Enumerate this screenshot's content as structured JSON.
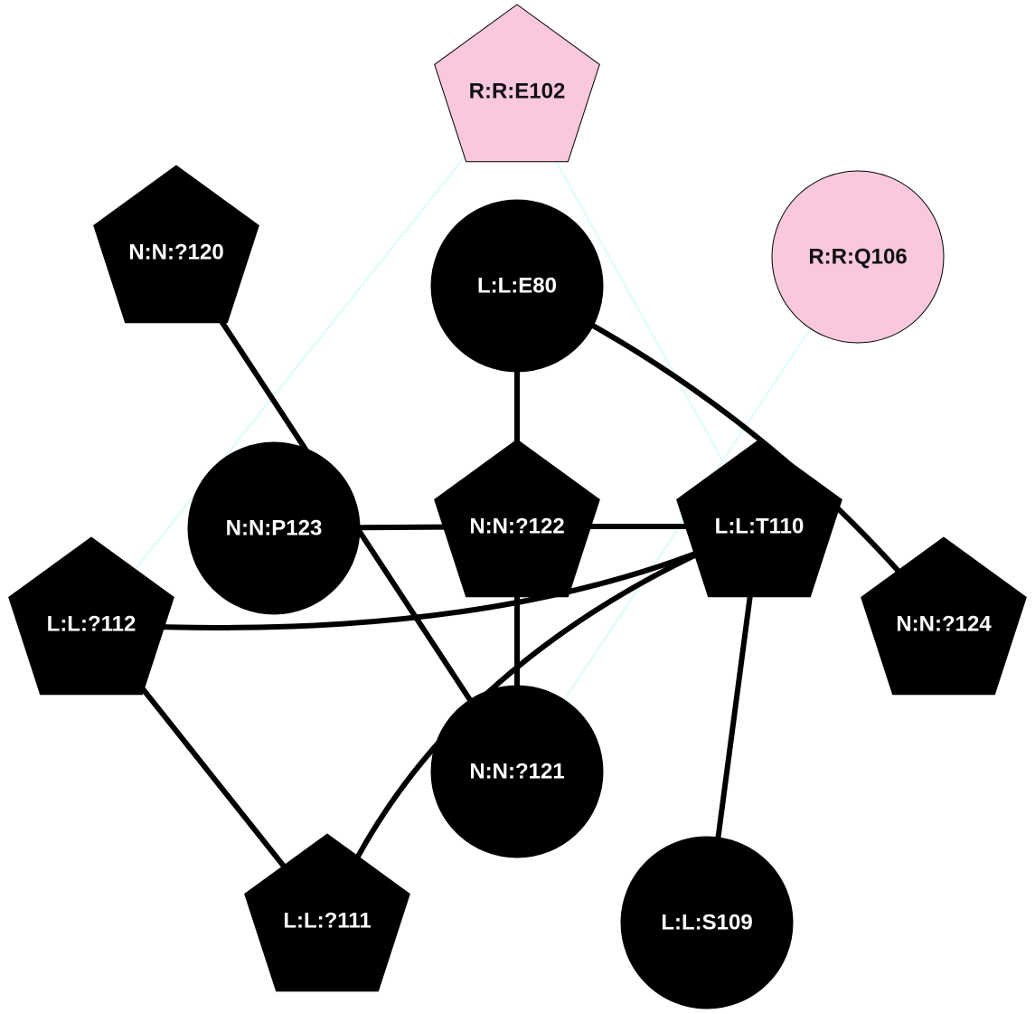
{
  "nodes": [
    {
      "id": "RE102",
      "label": "R:R:E102",
      "shape": "pentagon",
      "fill": "#f9c8dd",
      "text_color": "#111111"
    },
    {
      "id": "RQ106",
      "label": "R:R:Q106",
      "shape": "circle",
      "fill": "#f9c8dd",
      "text_color": "#111111"
    },
    {
      "id": "N120",
      "label": "N:N:?120",
      "shape": "pentagon",
      "fill": "#000000",
      "text_color": "#ffffff"
    },
    {
      "id": "LE80",
      "label": "L:L:E80",
      "shape": "circle",
      "fill": "#000000",
      "text_color": "#ffffff"
    },
    {
      "id": "NP123",
      "label": "N:N:P123",
      "shape": "circle",
      "fill": "#000000",
      "text_color": "#ffffff"
    },
    {
      "id": "N122",
      "label": "N:N:?122",
      "shape": "pentagon",
      "fill": "#000000",
      "text_color": "#ffffff"
    },
    {
      "id": "LT110",
      "label": "L:L:T110",
      "shape": "pentagon",
      "fill": "#000000",
      "text_color": "#ffffff"
    },
    {
      "id": "L112",
      "label": "L:L:?112",
      "shape": "pentagon",
      "fill": "#000000",
      "text_color": "#ffffff"
    },
    {
      "id": "N124",
      "label": "N:N:?124",
      "shape": "pentagon",
      "fill": "#000000",
      "text_color": "#ffffff"
    },
    {
      "id": "N121",
      "label": "N:N:?121",
      "shape": "circle",
      "fill": "#000000",
      "text_color": "#ffffff"
    },
    {
      "id": "L111",
      "label": "L:L:?111",
      "shape": "pentagon",
      "fill": "#000000",
      "text_color": "#ffffff"
    },
    {
      "id": "LS109",
      "label": "L:L:S109",
      "shape": "circle",
      "fill": "#000000",
      "text_color": "#ffffff"
    }
  ],
  "edges": [
    {
      "from": "LE80",
      "to": "N122",
      "kind": "strong",
      "color": "#000000"
    },
    {
      "from": "LE80",
      "to": "N124",
      "kind": "strong",
      "color": "#000000"
    },
    {
      "from": "N120",
      "to": "N121",
      "kind": "strong",
      "color": "#000000"
    },
    {
      "from": "NP123",
      "to": "N122",
      "kind": "strong",
      "color": "#000000"
    },
    {
      "from": "N122",
      "to": "LT110",
      "kind": "strong",
      "color": "#000000"
    },
    {
      "from": "N122",
      "to": "N121",
      "kind": "strong",
      "color": "#000000"
    },
    {
      "from": "L112",
      "to": "LT110",
      "kind": "strong",
      "color": "#000000"
    },
    {
      "from": "L112",
      "to": "L111",
      "kind": "strong",
      "color": "#000000"
    },
    {
      "from": "LT110",
      "to": "L111",
      "kind": "strong",
      "color": "#000000"
    },
    {
      "from": "LT110",
      "to": "LS109",
      "kind": "strong",
      "color": "#000000"
    },
    {
      "from": "RE102",
      "to": "L112",
      "kind": "weak",
      "color": "#e6fcfa"
    },
    {
      "from": "RE102",
      "to": "LT110",
      "kind": "weak",
      "color": "#e6fcfa"
    },
    {
      "from": "RQ106",
      "to": "N121",
      "kind": "weak",
      "color": "#e6fcfa"
    }
  ]
}
